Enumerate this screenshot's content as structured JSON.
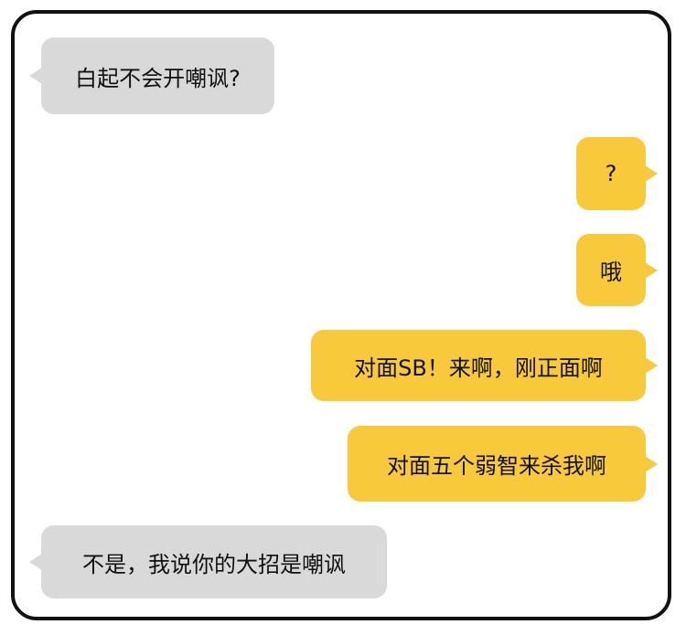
{
  "chat": {
    "messages": [
      {
        "side": "incoming",
        "text": "白起不会开嘲讽?"
      },
      {
        "side": "outgoing",
        "text": "?"
      },
      {
        "side": "outgoing",
        "text": "哦"
      },
      {
        "side": "outgoing",
        "text": "对面SB！来啊，刚正面啊"
      },
      {
        "side": "outgoing",
        "text": "对面五个弱智来杀我啊"
      },
      {
        "side": "incoming",
        "text": "不是，我说你的大招是嘲讽"
      }
    ]
  },
  "colors": {
    "incoming_bubble": "#d9d9d9",
    "outgoing_bubble": "#f8c93a",
    "frame_border": "#111111",
    "text": "#111111"
  }
}
